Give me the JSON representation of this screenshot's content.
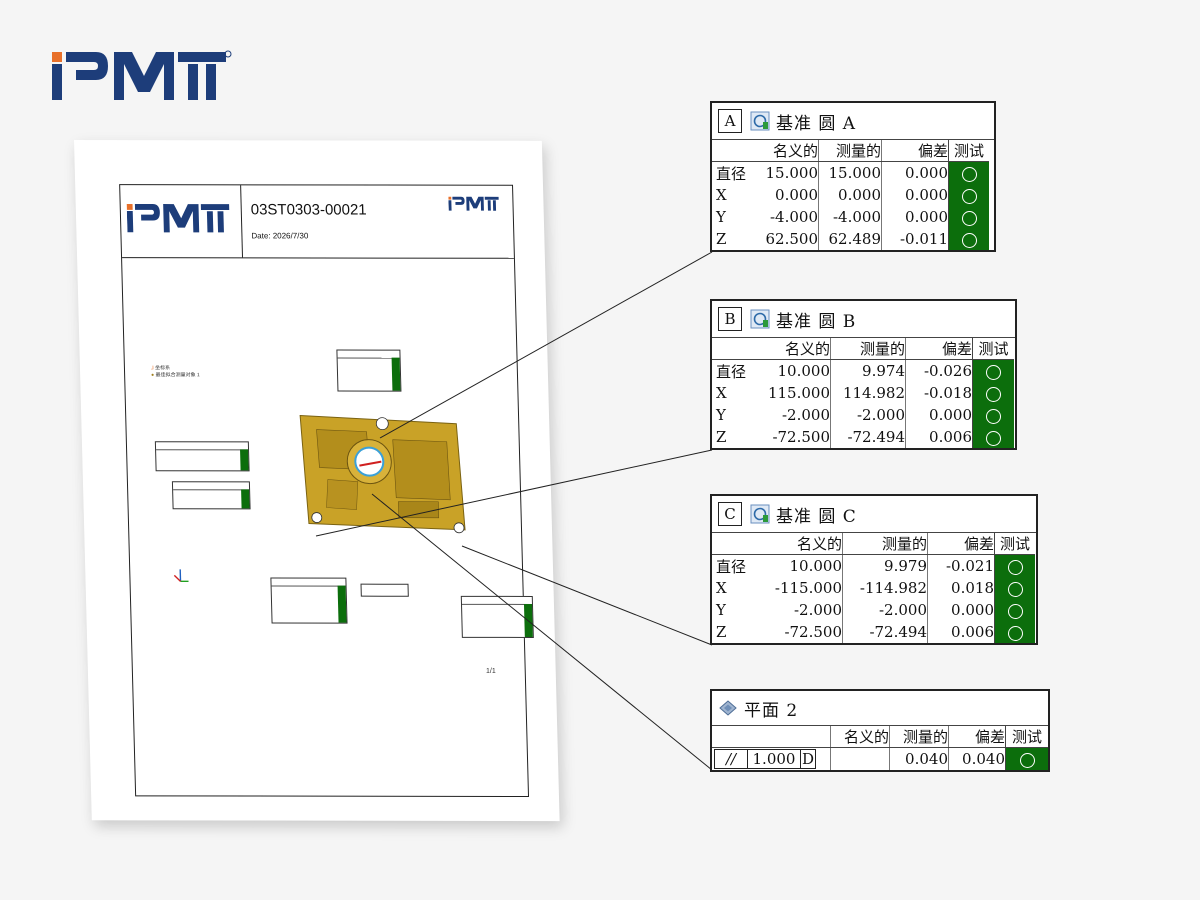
{
  "brand": "PMT",
  "document": {
    "title": "03ST0303-00021",
    "date": "Date: 2026/7/30",
    "page_number": "1/1",
    "legend": [
      "坐标系",
      "最佳拟合测量对象 1"
    ]
  },
  "tables": {
    "a": {
      "letter": "A",
      "title": "基准 圆 A",
      "columns": [
        "名义的",
        "测量的",
        "偏差",
        "测试"
      ],
      "rows": [
        {
          "label": "直径",
          "nominal": "15.000",
          "measured": "15.000",
          "deviation": "0.000"
        },
        {
          "label": "X",
          "nominal": "0.000",
          "measured": "0.000",
          "deviation": "0.000"
        },
        {
          "label": "Y",
          "nominal": "-4.000",
          "measured": "-4.000",
          "deviation": "0.000"
        },
        {
          "label": "Z",
          "nominal": "62.500",
          "measured": "62.489",
          "deviation": "-0.011"
        }
      ]
    },
    "b": {
      "letter": "B",
      "title": "基准 圆 B",
      "columns": [
        "名义的",
        "测量的",
        "偏差",
        "测试"
      ],
      "rows": [
        {
          "label": "直径",
          "nominal": "10.000",
          "measured": "9.974",
          "deviation": "-0.026"
        },
        {
          "label": "X",
          "nominal": "115.000",
          "measured": "114.982",
          "deviation": "-0.018"
        },
        {
          "label": "Y",
          "nominal": "-2.000",
          "measured": "-2.000",
          "deviation": "0.000"
        },
        {
          "label": "Z",
          "nominal": "-72.500",
          "measured": "-72.494",
          "deviation": "0.006"
        }
      ]
    },
    "c": {
      "letter": "C",
      "title": "基准 圆 C",
      "columns": [
        "名义的",
        "测量的",
        "偏差",
        "测试"
      ],
      "rows": [
        {
          "label": "直径",
          "nominal": "10.000",
          "measured": "9.979",
          "deviation": "-0.021"
        },
        {
          "label": "X",
          "nominal": "-115.000",
          "measured": "-114.982",
          "deviation": "0.018"
        },
        {
          "label": "Y",
          "nominal": "-2.000",
          "measured": "-2.000",
          "deviation": "0.000"
        },
        {
          "label": "Z",
          "nominal": "-72.500",
          "measured": "-72.494",
          "deviation": "0.006"
        }
      ]
    },
    "plane": {
      "title": "平面 2",
      "columns": [
        "名义的",
        "测量的",
        "偏差",
        "测试"
      ],
      "symbol": "//",
      "tolerance": "1.000",
      "datum": "D",
      "measured": "0.040",
      "deviation": "0.040"
    }
  },
  "colors": {
    "brand_blue": "#1d3d7a",
    "brand_orange": "#e8702a",
    "pass_green": "#0c6e0c",
    "part_yellow": "#c9a227"
  }
}
